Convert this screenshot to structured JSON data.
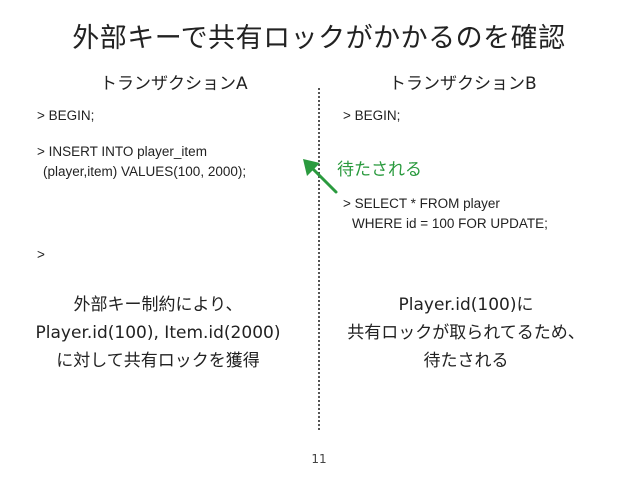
{
  "slide": {
    "title": "外部キーで共有ロックがかかるのを確認",
    "page_number": "11"
  },
  "left": {
    "heading": "トランザクションA",
    "commands": [
      "> BEGIN;",
      "> INSERT INTO player_item",
      "  (player,item) VALUES(100, 2000);",
      ">"
    ],
    "note_lines": [
      "外部キー制約により、",
      "Player.id(100), Item.id(2000)",
      "に対して共有ロックを獲得"
    ]
  },
  "right": {
    "heading": "トランザクションB",
    "commands": [
      "> BEGIN;",
      "> SELECT * FROM player",
      "   WHERE id = 100 FOR UPDATE;"
    ],
    "wait_label": "待たされる",
    "note_lines": [
      "Player.id(100)に",
      "共有ロックが取られてるため、",
      "待たされる"
    ]
  },
  "colors": {
    "accent_green": "#2a9a3e",
    "text": "#222222"
  }
}
